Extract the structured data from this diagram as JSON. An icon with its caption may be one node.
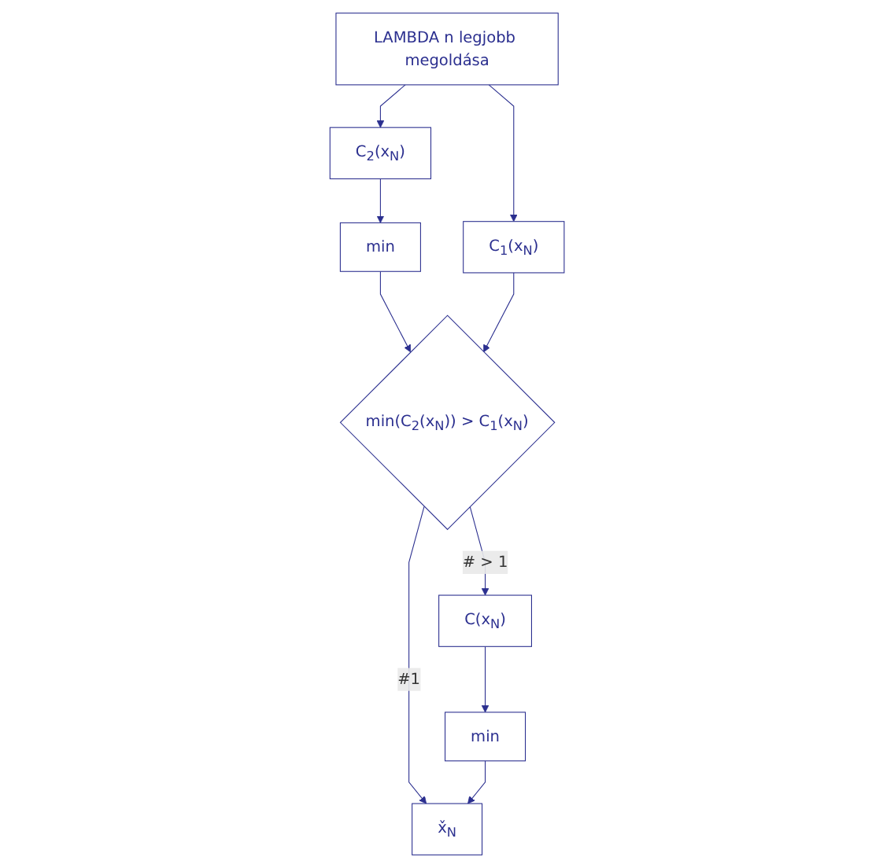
{
  "diagram": {
    "nodes": [
      {
        "text": [
          "LAMBDA n legjobb megoldása"
        ]
      },
      {
        "text": [
          "C$_{2}$(x$_{N}$)"
        ]
      },
      {
        "text": [
          "C$_{1}$(x$_{N}$)"
        ]
      },
      {
        "text": [
          "min"
        ]
      },
      {
        "text": [
          "min(C$_{2}$(x$_{N}$)) > C$_{1}$(x$_{N}$)"
        ]
      },
      {
        "text": [
          "C(x$_{N}$)"
        ]
      },
      {
        "text": [
          "min"
        ]
      },
      {
        "text": [
          "x̌$_{N}$"
        ]
      }
    ],
    "edges": [
      {
        "from": 0,
        "to": 1,
        "arrow": "to"
      },
      {
        "from": 0,
        "to": 2,
        "arrow": "to"
      },
      {
        "from": 1,
        "to": 3,
        "arrow": "to"
      },
      {
        "from": 3,
        "to": 4,
        "arrow": "to"
      },
      {
        "from": 2,
        "to": 4,
        "arrow": "to"
      },
      {
        "from": 4,
        "to": 5,
        "label": "# > 1",
        "arrow": "to"
      },
      {
        "from": 4,
        "to": 7,
        "label": "#1",
        "arrow": "to"
      },
      {
        "from": 5,
        "to": 6,
        "arrow": "to"
      },
      {
        "from": 6,
        "to": 7,
        "arrow": "to"
      }
    ]
  }
}
